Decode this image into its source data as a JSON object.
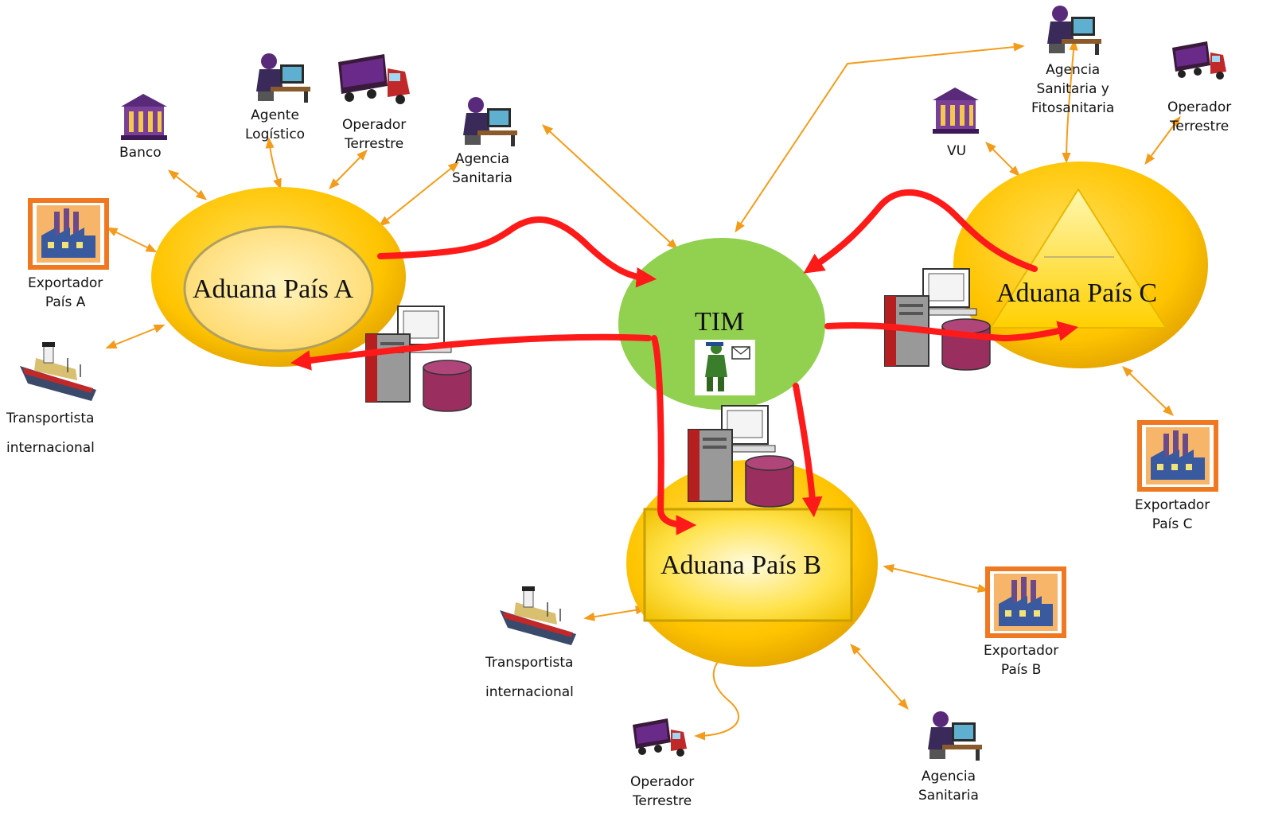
{
  "colors": {
    "hub_yellow": "#ffc000",
    "hub_yellow_light": "#ffe27a",
    "tim_green": "#92d050",
    "red_flow": "#ff1a1a",
    "orange_link": "#f39c1b",
    "server_red": "#b51f1f",
    "db_purple": "#9a2f5f"
  },
  "hubs": {
    "a": "Aduana País A",
    "b": "Aduana País B",
    "c": "Aduana País C",
    "tim": "TIM"
  },
  "labels": {
    "banco": "Banco",
    "agente_1": "Agente",
    "agente_2": "Logístico",
    "op_a_1": "Operador",
    "op_a_2": "Terrestre",
    "agencia_a_1": "Agencia",
    "agencia_a_2": "Sanitaria",
    "exp_a_1": "Exportador",
    "exp_a_2": "País A",
    "trans_a_1": "Transportista",
    "trans_a_2": "internacional",
    "agencia_c_1": "Agencia",
    "agencia_c_2": "Sanitaria y",
    "agencia_c_3": "Fitosanitaria",
    "vu": "VU",
    "op_c_1": "Operador",
    "op_c_2": "Terrestre",
    "exp_c_1": "Exportador",
    "exp_c_2": "País C",
    "trans_b_1": "Transportista",
    "trans_b_2": "internacional",
    "exp_b_1": "Exportador",
    "exp_b_2": "País B",
    "op_b_1": "Operador",
    "op_b_2": "Terrestre",
    "agencia_b_1": "Agencia",
    "agencia_b_2": "Sanitaria"
  },
  "icons": [
    "bank-icon",
    "office-worker-icon",
    "truck-icon",
    "factory-icon",
    "ship-icon",
    "computer-server-icon",
    "database-icon",
    "mail-carrier-icon"
  ]
}
